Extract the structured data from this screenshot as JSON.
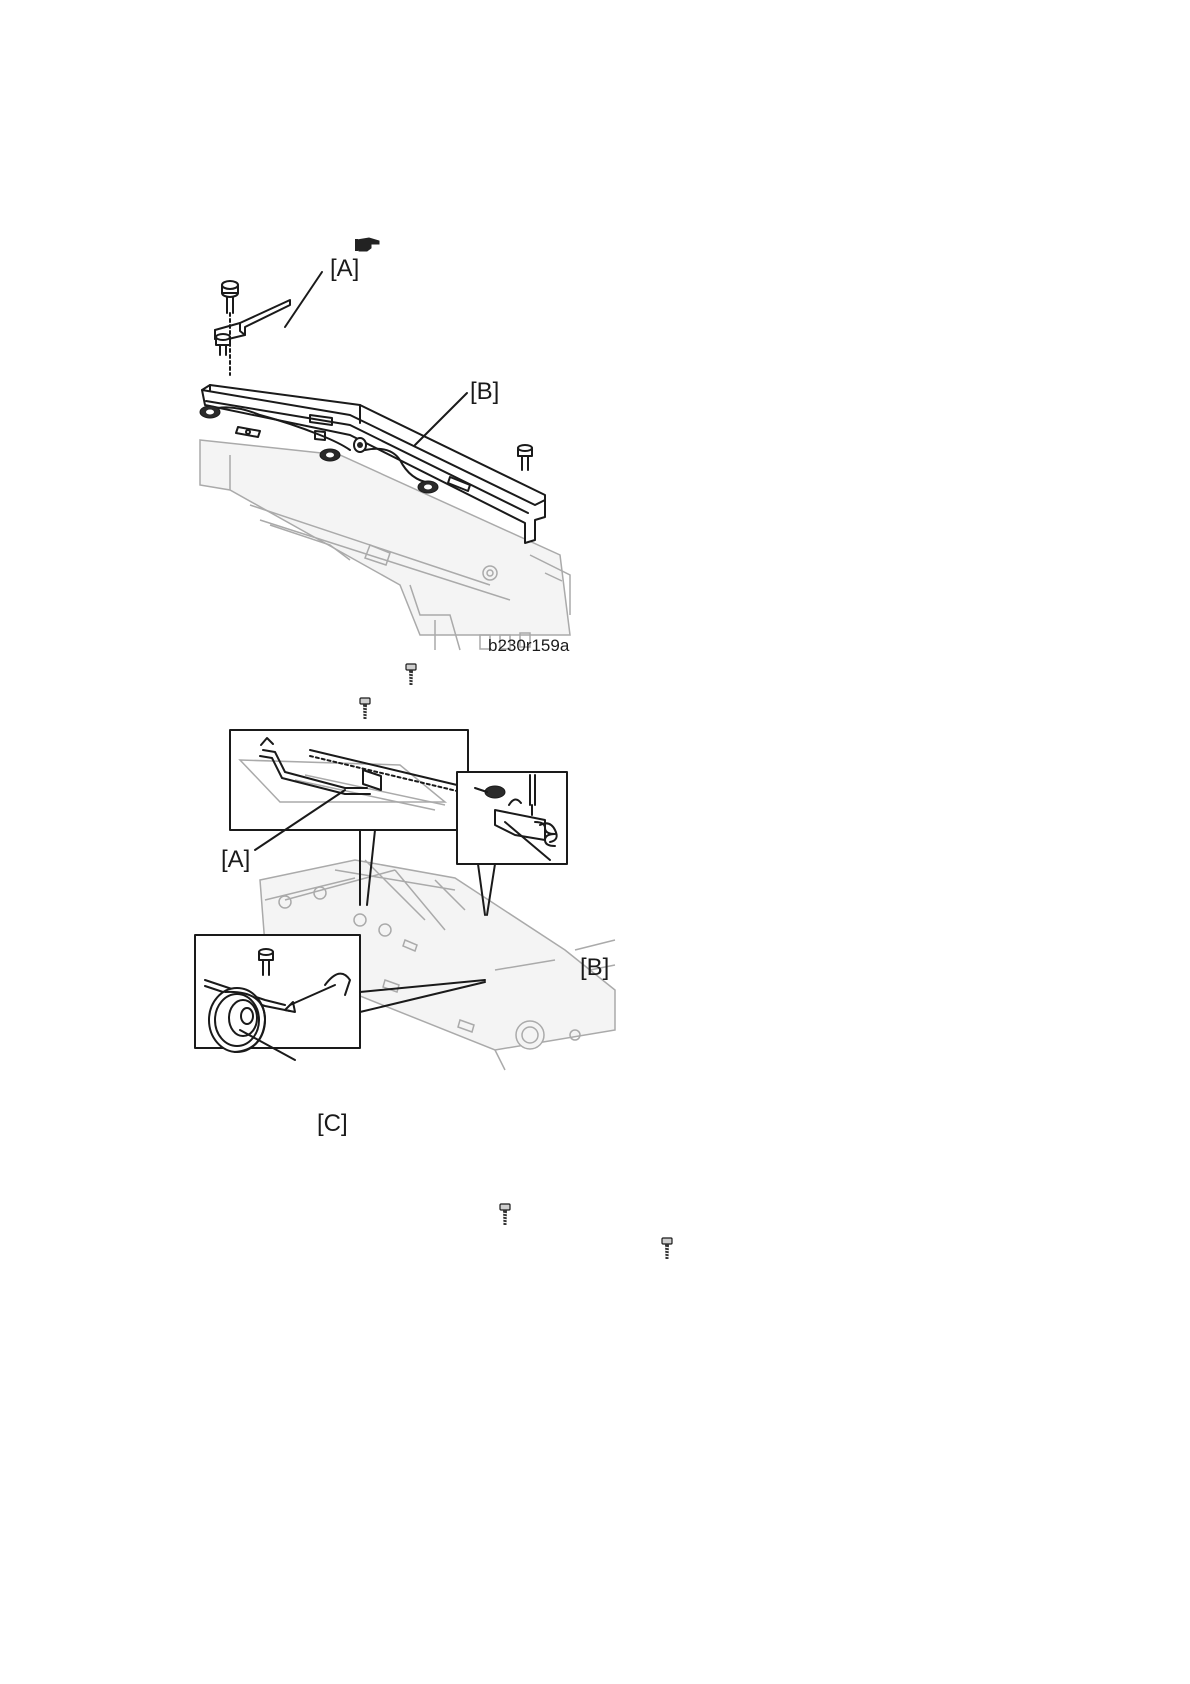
{
  "icons": {
    "hand": "pointing-hand-icon",
    "screw": "screw-icon"
  },
  "figure1": {
    "label_a": "[A]",
    "label_b": "[B]",
    "code": "b230r159a"
  },
  "figure2": {
    "label_a": "[A]",
    "label_b": "[B]",
    "label_c": "[C]"
  }
}
